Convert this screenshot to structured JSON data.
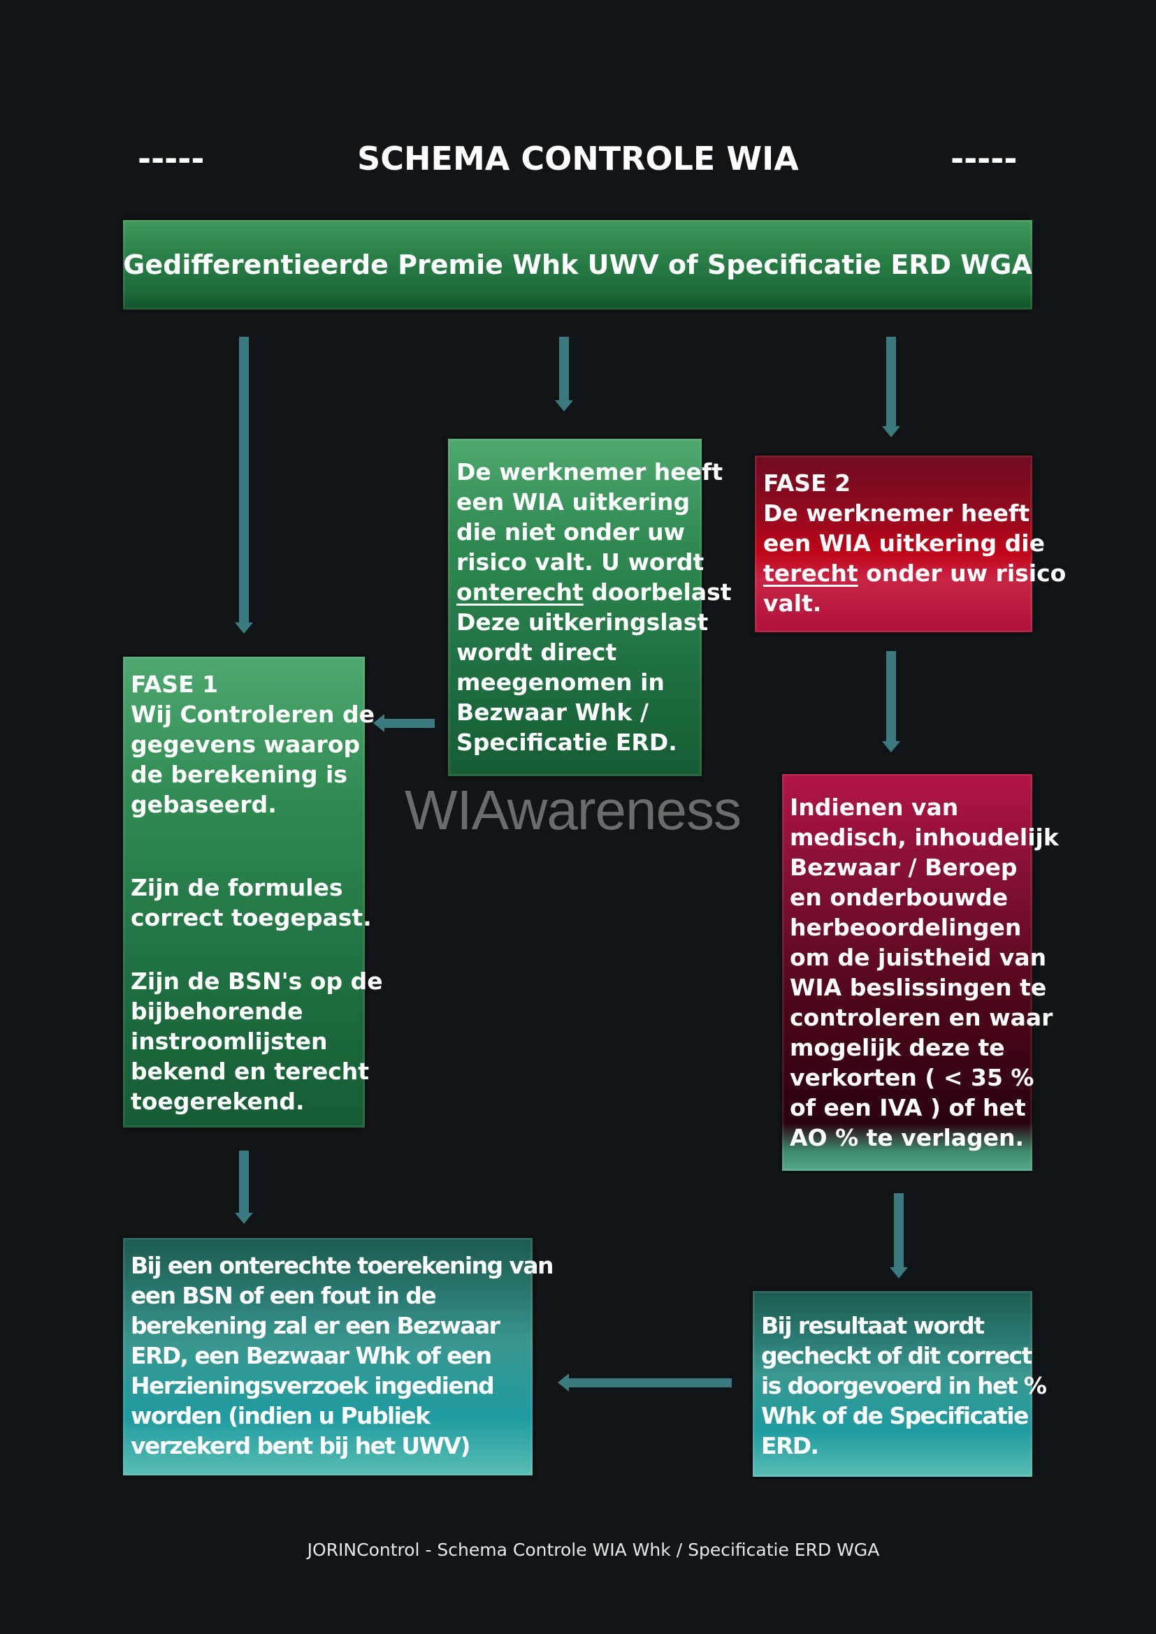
{
  "header": {
    "title": "SCHEMA CONTROLE  WIA",
    "dash_left": "-----",
    "dash_right": "-----"
  },
  "top_box": {
    "text": "Gedifferentieerde Premie Whk UWV of Specificatie  ERD WGA"
  },
  "middle_box": {
    "lines": [
      "De werknemer heeft",
      "een WIA uitkering",
      "die niet onder uw",
      "risico valt.  U wordt"
    ],
    "underline_line": {
      "underlined": "onterecht",
      "rest": " doorbelast"
    },
    "lines_after": [
      "Deze uitkeringslast",
      "wordt direct",
      "meegenomen in",
      "Bezwaar Whk  /",
      "Specificatie ERD."
    ]
  },
  "fase2_box": {
    "heading": "FASE 2",
    "lines": [
      "De werknemer heeft",
      "een WIA uitkering die"
    ],
    "underline_line": {
      "underlined": "terecht",
      "rest": " onder uw risico"
    },
    "lines_after": [
      "valt."
    ]
  },
  "fase1_box": {
    "heading": "FASE 1",
    "para1": [
      "Wij Controleren de",
      "gegevens waarop",
      "de berekening is",
      "gebaseerd."
    ],
    "para2": [
      "Zijn de formules",
      "correct toegepast."
    ],
    "para3": [
      "Zijn de BSN's op de",
      "bijbehorende",
      "instroomlijsten",
      "bekend en terecht",
      "toegerekend."
    ]
  },
  "bezwaar_box": {
    "lines": [
      "Indienen van",
      "medisch, inhoudelijk",
      "Bezwaar  / Beroep",
      "en onderbouwde",
      "herbeoordelingen",
      "om de juistheid van",
      "WIA beslissingen te",
      "controleren en waar",
      "mogelijk deze te",
      "verkorten  ( < 35 %",
      "of een IVA ) of het",
      "AO % te verlagen."
    ]
  },
  "bottom_left_box": {
    "lines": [
      "Bij een onterechte toerekening van",
      "een BSN of een fout in de",
      "berekening zal er een Bezwaar",
      "ERD, een Bezwaar Whk of een",
      "Herzieningsverzoek ingediend",
      "worden (indien u Publiek",
      "verzekerd bent bij het UWV)"
    ]
  },
  "bottom_right_box": {
    "lines": [
      "Bij resultaat wordt",
      "gecheckt of dit correct",
      "is doorgevoerd in het %",
      "Whk of de Specificatie",
      "ERD."
    ]
  },
  "watermark": "WIAwareness",
  "footer": "JORINControl - Schema Controle WIA Whk / Specificatie ERD WGA",
  "colors": {
    "arrow": "#3b7b80",
    "background": "#121517",
    "green": "#1e6e40",
    "red": "#c10418",
    "teal": "#1e9ba0"
  }
}
